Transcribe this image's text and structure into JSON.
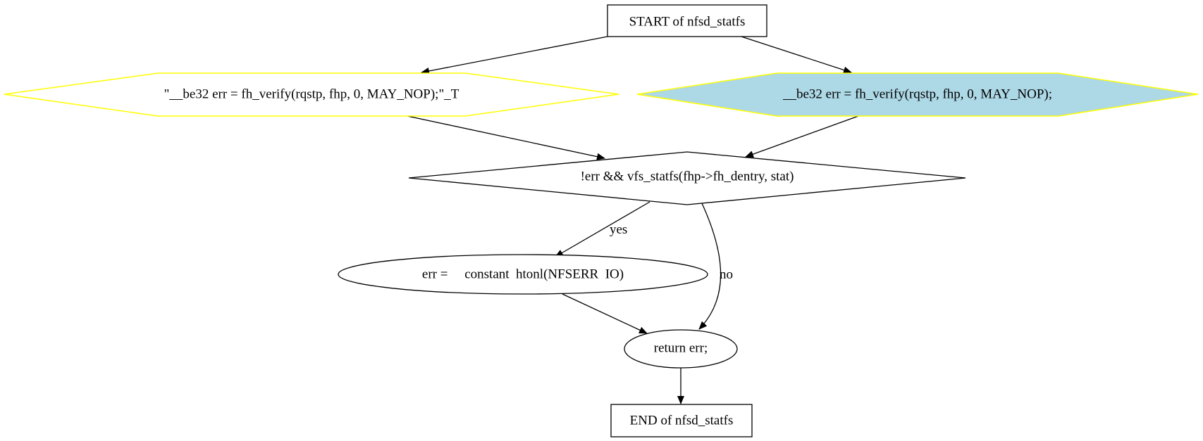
{
  "graph": {
    "nodes": {
      "start": {
        "label": "START of nfsd_statfs",
        "shape": "box"
      },
      "verify_literal": {
        "label": "\"__be32 err = fh_verify(rqstp, fhp, 0, MAY_NOP);\"_T",
        "shape": "hexagon",
        "stroke": "#ffff00",
        "fill": "#ffffff"
      },
      "verify_stmt": {
        "label": "__be32 err = fh_verify(rqstp, fhp, 0, MAY_NOP);",
        "shape": "hexagon",
        "stroke": "#ffff00",
        "fill": "#add8e6"
      },
      "cond": {
        "label": "!err && vfs_statfs(fhp->fh_dentry, stat)",
        "shape": "diamond"
      },
      "assign": {
        "label": "err =     constant  htonl(NFSERR  IO)",
        "shape": "ellipse"
      },
      "ret": {
        "label": "return err;",
        "shape": "ellipse"
      },
      "end": {
        "label": "END of nfsd_statfs",
        "shape": "box"
      }
    },
    "edges": [
      {
        "from": "start",
        "to": "verify_literal",
        "label": ""
      },
      {
        "from": "start",
        "to": "verify_stmt",
        "label": ""
      },
      {
        "from": "verify_literal",
        "to": "cond",
        "label": ""
      },
      {
        "from": "verify_stmt",
        "to": "cond",
        "label": ""
      },
      {
        "from": "cond",
        "to": "assign",
        "label": "yes"
      },
      {
        "from": "cond",
        "to": "ret",
        "label": "no"
      },
      {
        "from": "assign",
        "to": "ret",
        "label": ""
      },
      {
        "from": "ret",
        "to": "end",
        "label": ""
      }
    ]
  }
}
